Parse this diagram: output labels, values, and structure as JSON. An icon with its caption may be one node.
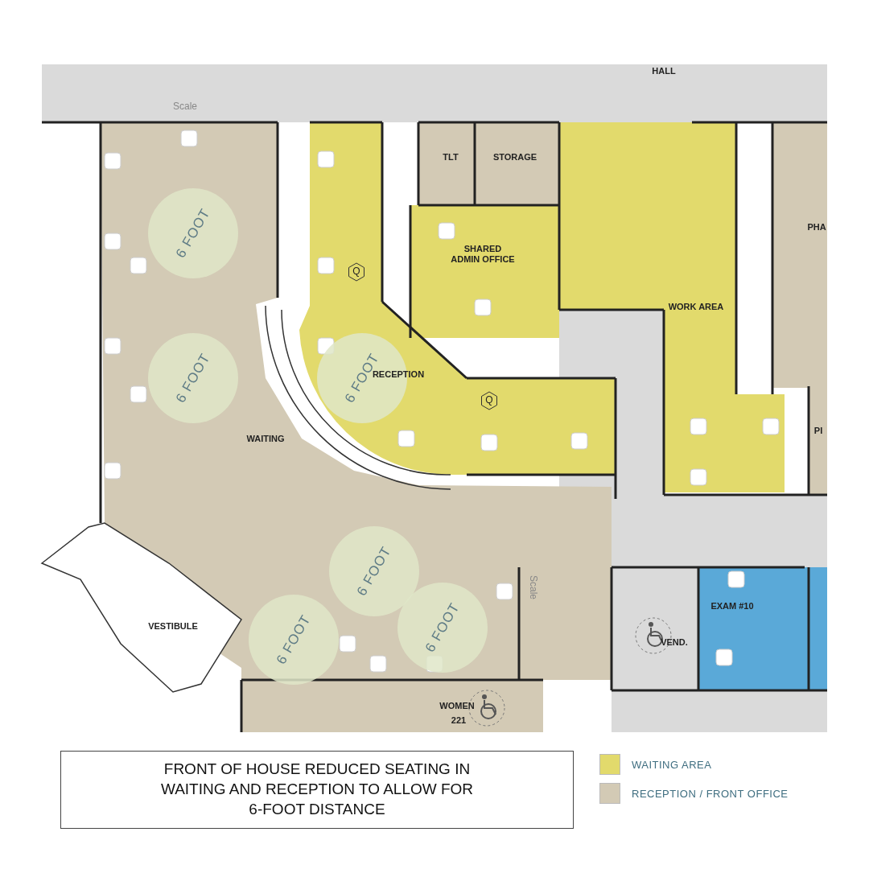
{
  "diagram": {
    "caption": "FRONT OF HOUSE REDUCED SEATING IN WAITING AND RECEPTION TO ALLOW FOR 6-FOOT DISTANCE",
    "labels": [
      "HALL",
      "Scale",
      "TLT",
      "STORAGE",
      "PHA",
      "6 FOOT",
      "SHARED ADMIN OFFICE",
      "Q",
      "WORK AREA",
      "6 FOOT",
      "RECEPTION",
      "6 FOOT",
      "Q",
      "WAITING",
      "PI",
      "6 FOOT",
      "Scale",
      "VESTIBULE",
      "EXAM #10",
      "6 FOOT",
      "6 FOOT",
      "VEND.",
      "WOMEN",
      "221"
    ],
    "legend": [
      {
        "text": "WAITING AREA",
        "color": "#e2da6c"
      },
      {
        "text": "RECEPTION / FRONT OFFICE",
        "color": "#d3cab5"
      }
    ]
  }
}
